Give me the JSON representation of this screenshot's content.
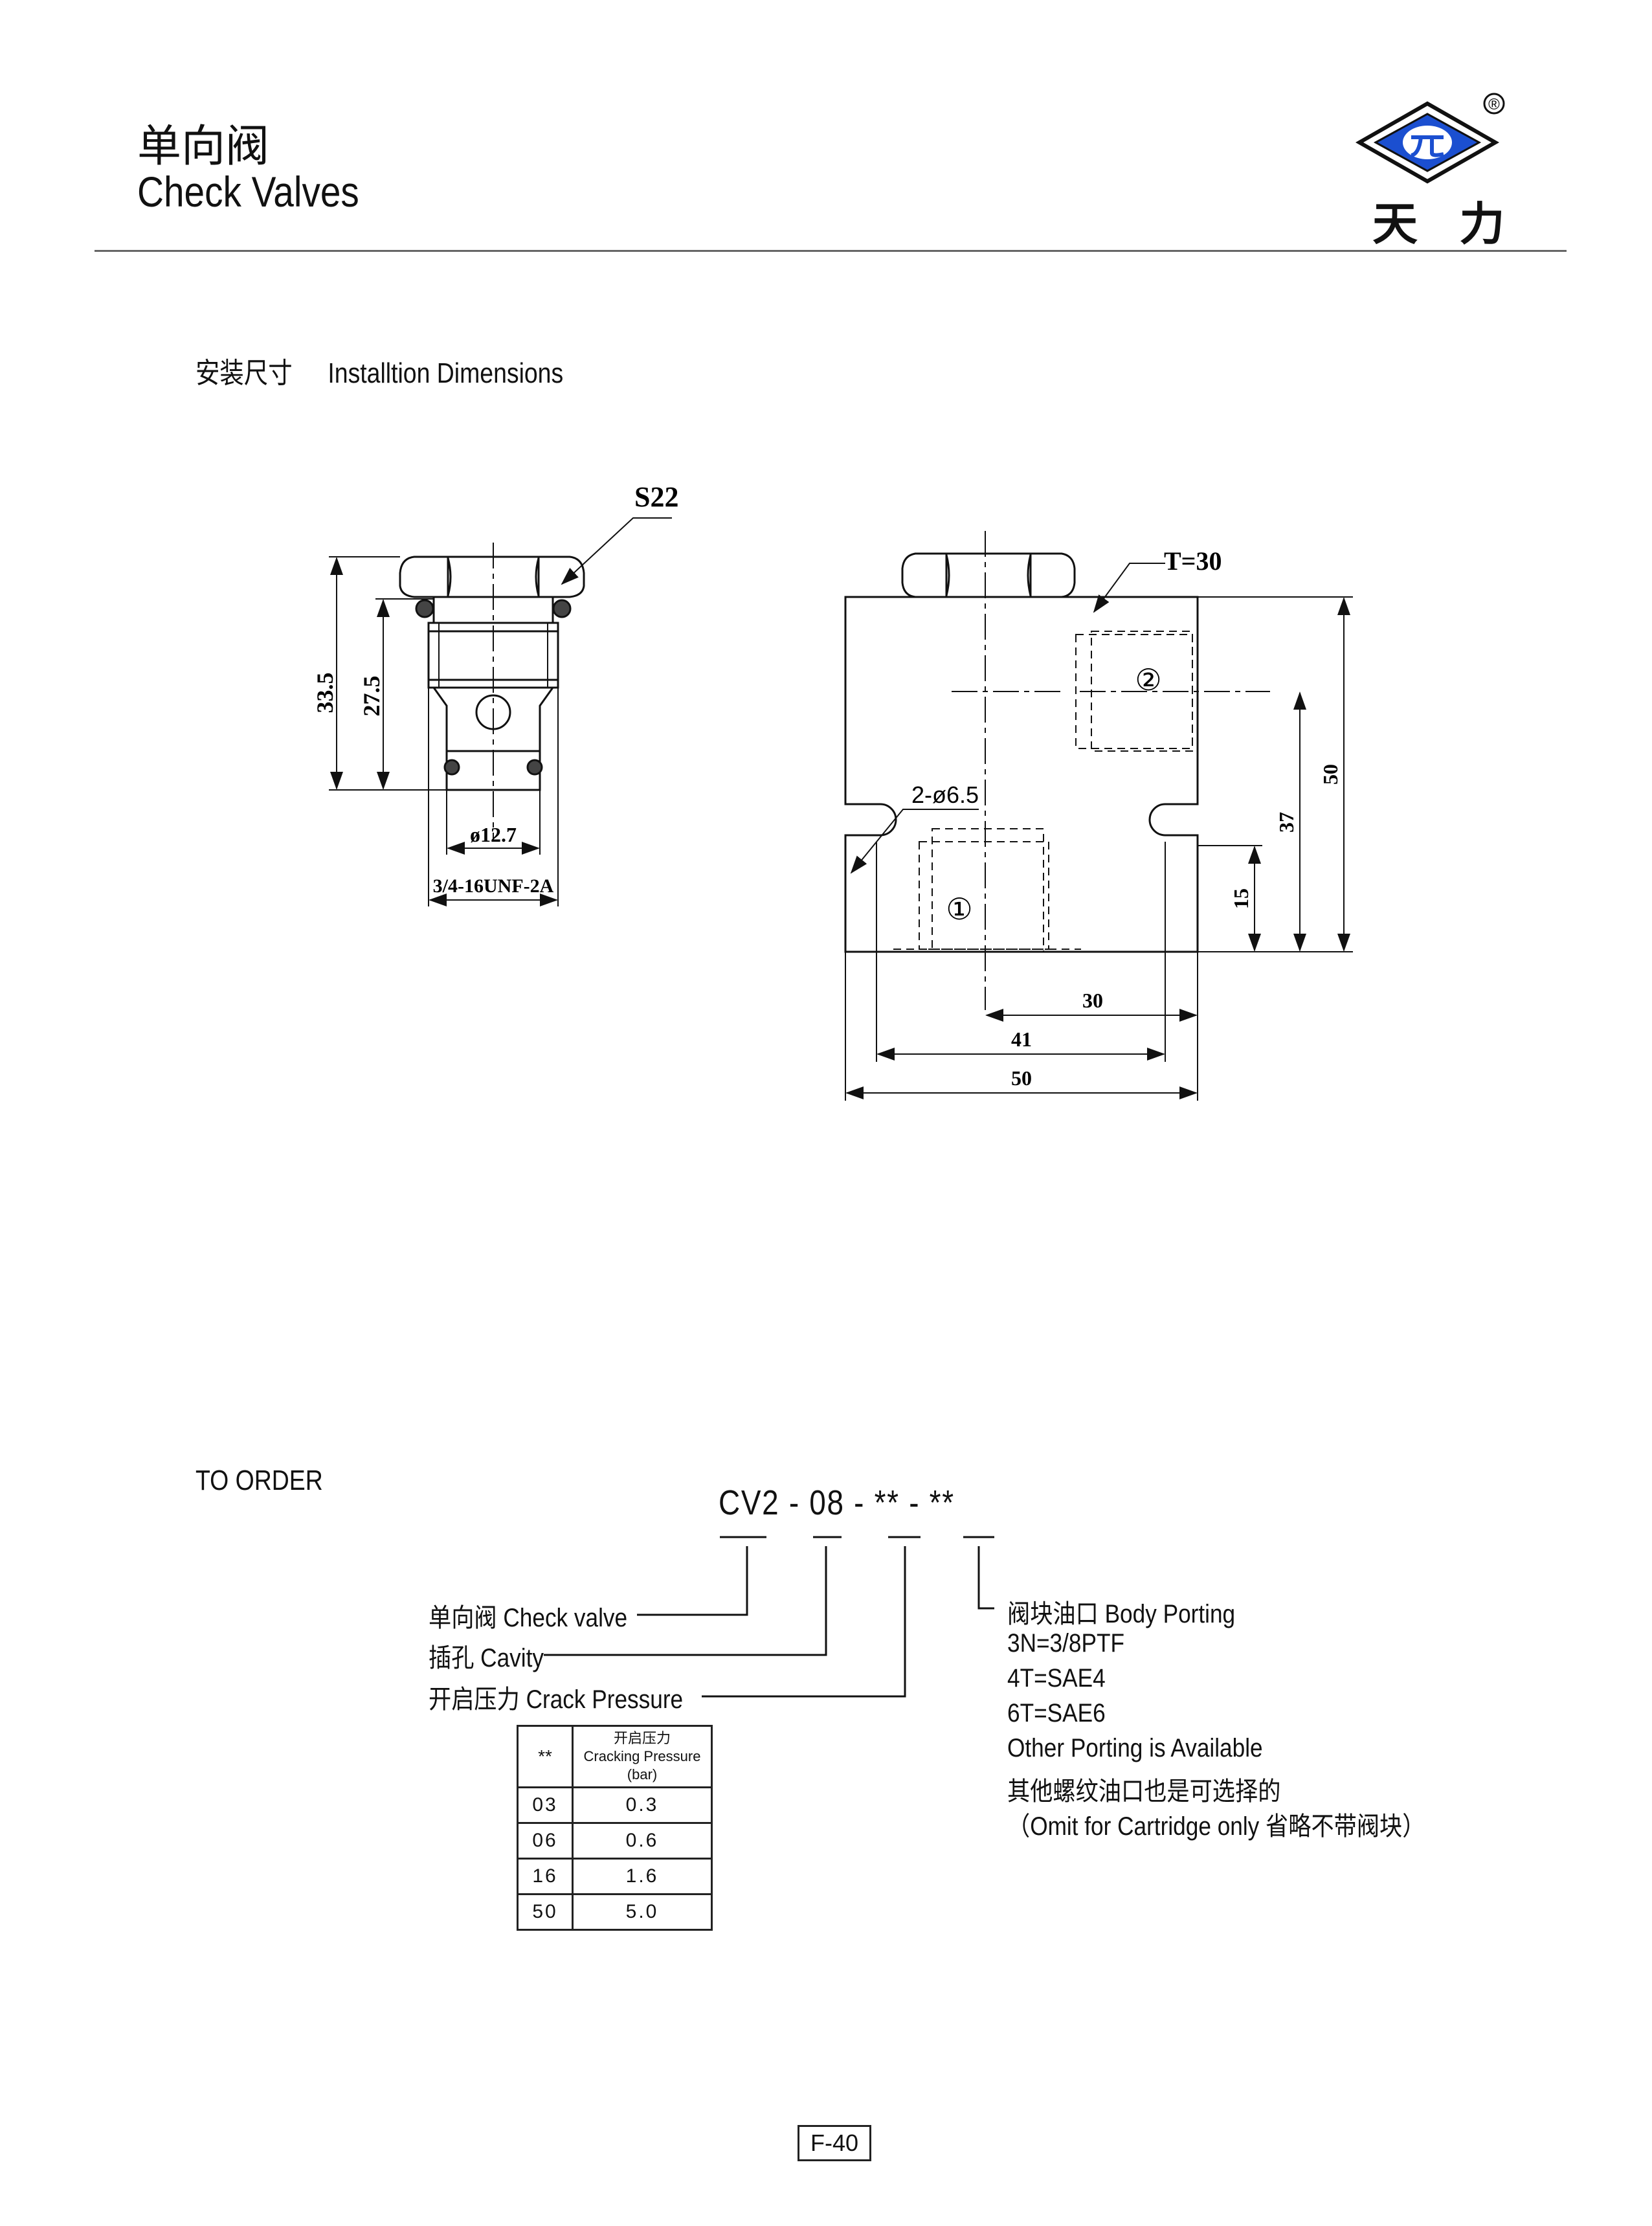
{
  "header": {
    "title_cn": "单向阀",
    "title_en": "Check Valves",
    "logo_text": "天 力",
    "logo_mark": "®"
  },
  "install": {
    "heading_cn": "安装尺寸",
    "heading_en": "Installtion Dimensions"
  },
  "cartridge_dims": {
    "hex": "S22",
    "overall": "33.5",
    "body": "27.5",
    "diameter": "ø12.7",
    "thread": "3/4-16UNF-2A"
  },
  "block_dims": {
    "thickness": "T=30",
    "port2": "②",
    "port1": "①",
    "holes": "2-ø6.5",
    "height_total": "50",
    "height_port2": "37",
    "height_port1": "15",
    "width_30": "30",
    "width_41": "41",
    "width_total": "50"
  },
  "order": {
    "heading": "TO ORDER",
    "code": "CV2 - 08 - ** - **",
    "check_valve": "单向阀  Check valve",
    "cavity": "插孔    Cavity",
    "crack_pressure": "开启压力  Crack Pressure",
    "porting_lines": [
      "阀块油口 Body Porting",
      "3N=3/8PTF",
      "4T=SAE4",
      "6T=SAE6",
      "Other Porting is Available",
      "其他螺纹油口也是可选择的",
      "（Omit for Cartridge only 省略不带阀块）"
    ]
  },
  "cracking_table": {
    "col1": "**",
    "col2_cn": "开启压力",
    "col2_en": "Cracking Pressure",
    "col2_unit": "(bar)",
    "rows": [
      [
        "03",
        "0.3"
      ],
      [
        "06",
        "0.6"
      ],
      [
        "16",
        "1.6"
      ],
      [
        "50",
        "5.0"
      ]
    ]
  },
  "footer": {
    "page": "F-40"
  }
}
